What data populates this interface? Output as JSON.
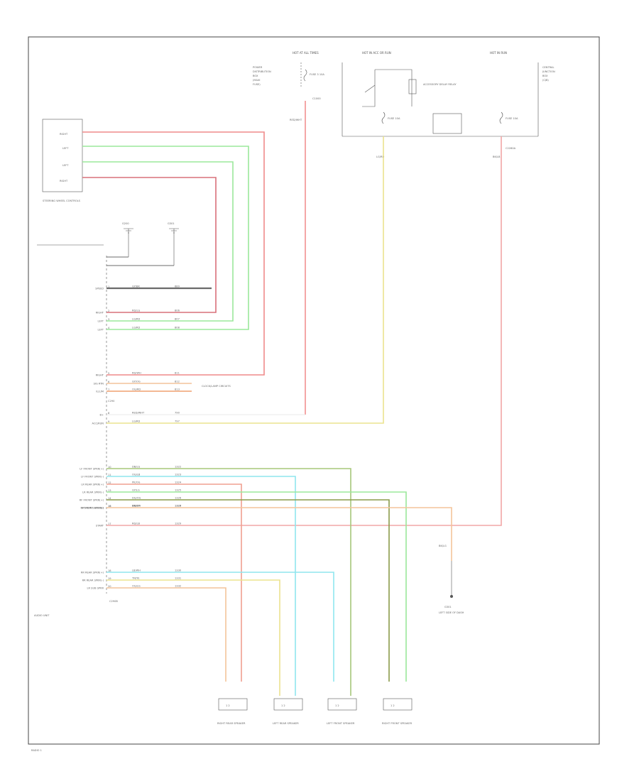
{
  "fuse_panels": {
    "left": {
      "title": "HOT AT ALL TIMES",
      "lines": [
        "POWER",
        "DISTRIBUTION",
        "BOX",
        "(MAXI",
        "FUSE)"
      ],
      "fuse": "FUSE 3 10A",
      "pin": "C1000",
      "wire": "RED/WHT"
    },
    "center": {
      "title": "HOT IN ACC OR RUN",
      "relay": "ACCESSORY DELAY RELAY",
      "fuse": "FUSE 10A",
      "wire": "LG/RD"
    },
    "right": {
      "title": "HOT IN RUN",
      "lines": [
        "CENTRAL",
        "JUNCTION",
        "BOX",
        "(CJB)"
      ],
      "fuse": "FUSE 10A",
      "pin": "C2280A",
      "wire": "BK/LB"
    }
  },
  "switch_box": {
    "rows": [
      "RIGHT",
      "LEFT",
      "LEFT",
      "RIGHT"
    ],
    "caption": "STEERING WHEEL CONTROLS"
  },
  "grounds": [
    "G200",
    "G301"
  ],
  "audio_unit": {
    "caption": "AUDIO UNIT",
    "connector_a": "C290",
    "connector_b": "C290B",
    "pins": [
      {
        "label": "SPEED",
        "wire": "GY/BK",
        "circuit": "689"
      },
      {
        "label": "RIGHT",
        "wire": "RD/LG",
        "circuit": "806"
      },
      {
        "label": "LEFT",
        "wire": "LG/RD",
        "circuit": "807"
      },
      {
        "label": "LEFT",
        "wire": "LG/RD",
        "circuit": "808"
      },
      {
        "label": "RIGHT",
        "wire": "RD/WH",
        "circuit": "811"
      },
      {
        "label": "SIG RTN",
        "wire": "GY/OG",
        "circuit": "812"
      },
      {
        "label": "ILLUM",
        "wire": "OG/RD",
        "circuit": "813"
      },
      {
        "label": "B+",
        "wire": "RED/WHT",
        "circuit": "790"
      },
      {
        "label": "ACC/RUN",
        "wire": "LG/RD",
        "circuit": "797"
      },
      {
        "label": "LF FRONT SPKR(+)",
        "wire": "DB/LG",
        "circuit": "1322"
      },
      {
        "label": "LF FRONT SPKR(-)",
        "wire": "OG/LB",
        "circuit": "1323"
      },
      {
        "label": "LR REAR SPKR(+)",
        "wire": "PK/OG",
        "circuit": "1324"
      },
      {
        "label": "LR REAR SPKR(-)",
        "wire": "GY/LG",
        "circuit": "1325"
      },
      {
        "label": "RF FRONT SPKR(+)",
        "wire": "DG/OG",
        "circuit": "1326"
      },
      {
        "label": "RF FRONT SPKR(-)",
        "wire": "DB/GY",
        "circuit": "1327"
      },
      {
        "label": "SYSTEM GROUND",
        "wire": "BK/WH",
        "circuit": "1328"
      },
      {
        "label": "START",
        "wire": "RD/LB",
        "circuit": "1329"
      },
      {
        "label": "RR REAR SPKR(+)",
        "wire": "LB/WH",
        "circuit": "1330"
      },
      {
        "label": "RR REAR SPKR(-)",
        "wire": "TN/YE",
        "circuit": "1331"
      },
      {
        "label": "LR SUB SPKR",
        "wire": "OG/LG",
        "circuit": "1332"
      }
    ],
    "aux_note": "CLOCK/LAMP CIRCUITS"
  },
  "ground_point": {
    "wire": "BK/LG",
    "label": "G301",
    "caption": "LEFT SIDE OF DASH"
  },
  "speakers": [
    {
      "name": "RIGHT REAR SPEAKER",
      "pins": "1 2"
    },
    {
      "name": "LEFT REAR SPEAKER",
      "pins": "1 2"
    },
    {
      "name": "LEFT FRONT SPEAKER",
      "pins": "1 2"
    },
    {
      "name": "RIGHT FRONT SPEAKER",
      "pins": "1 2"
    }
  ],
  "colors": {
    "red": "#ef8a8a",
    "green": "#9be89b",
    "pink": "#f2a7a7",
    "yellow": "#ebe38f",
    "cyan": "#8fe6ee",
    "orange": "#f4c49a",
    "olive": "#a7b47a",
    "dark": "#6b6b6b",
    "gray": "#cfcfcf"
  },
  "footer": "RADIO 1"
}
